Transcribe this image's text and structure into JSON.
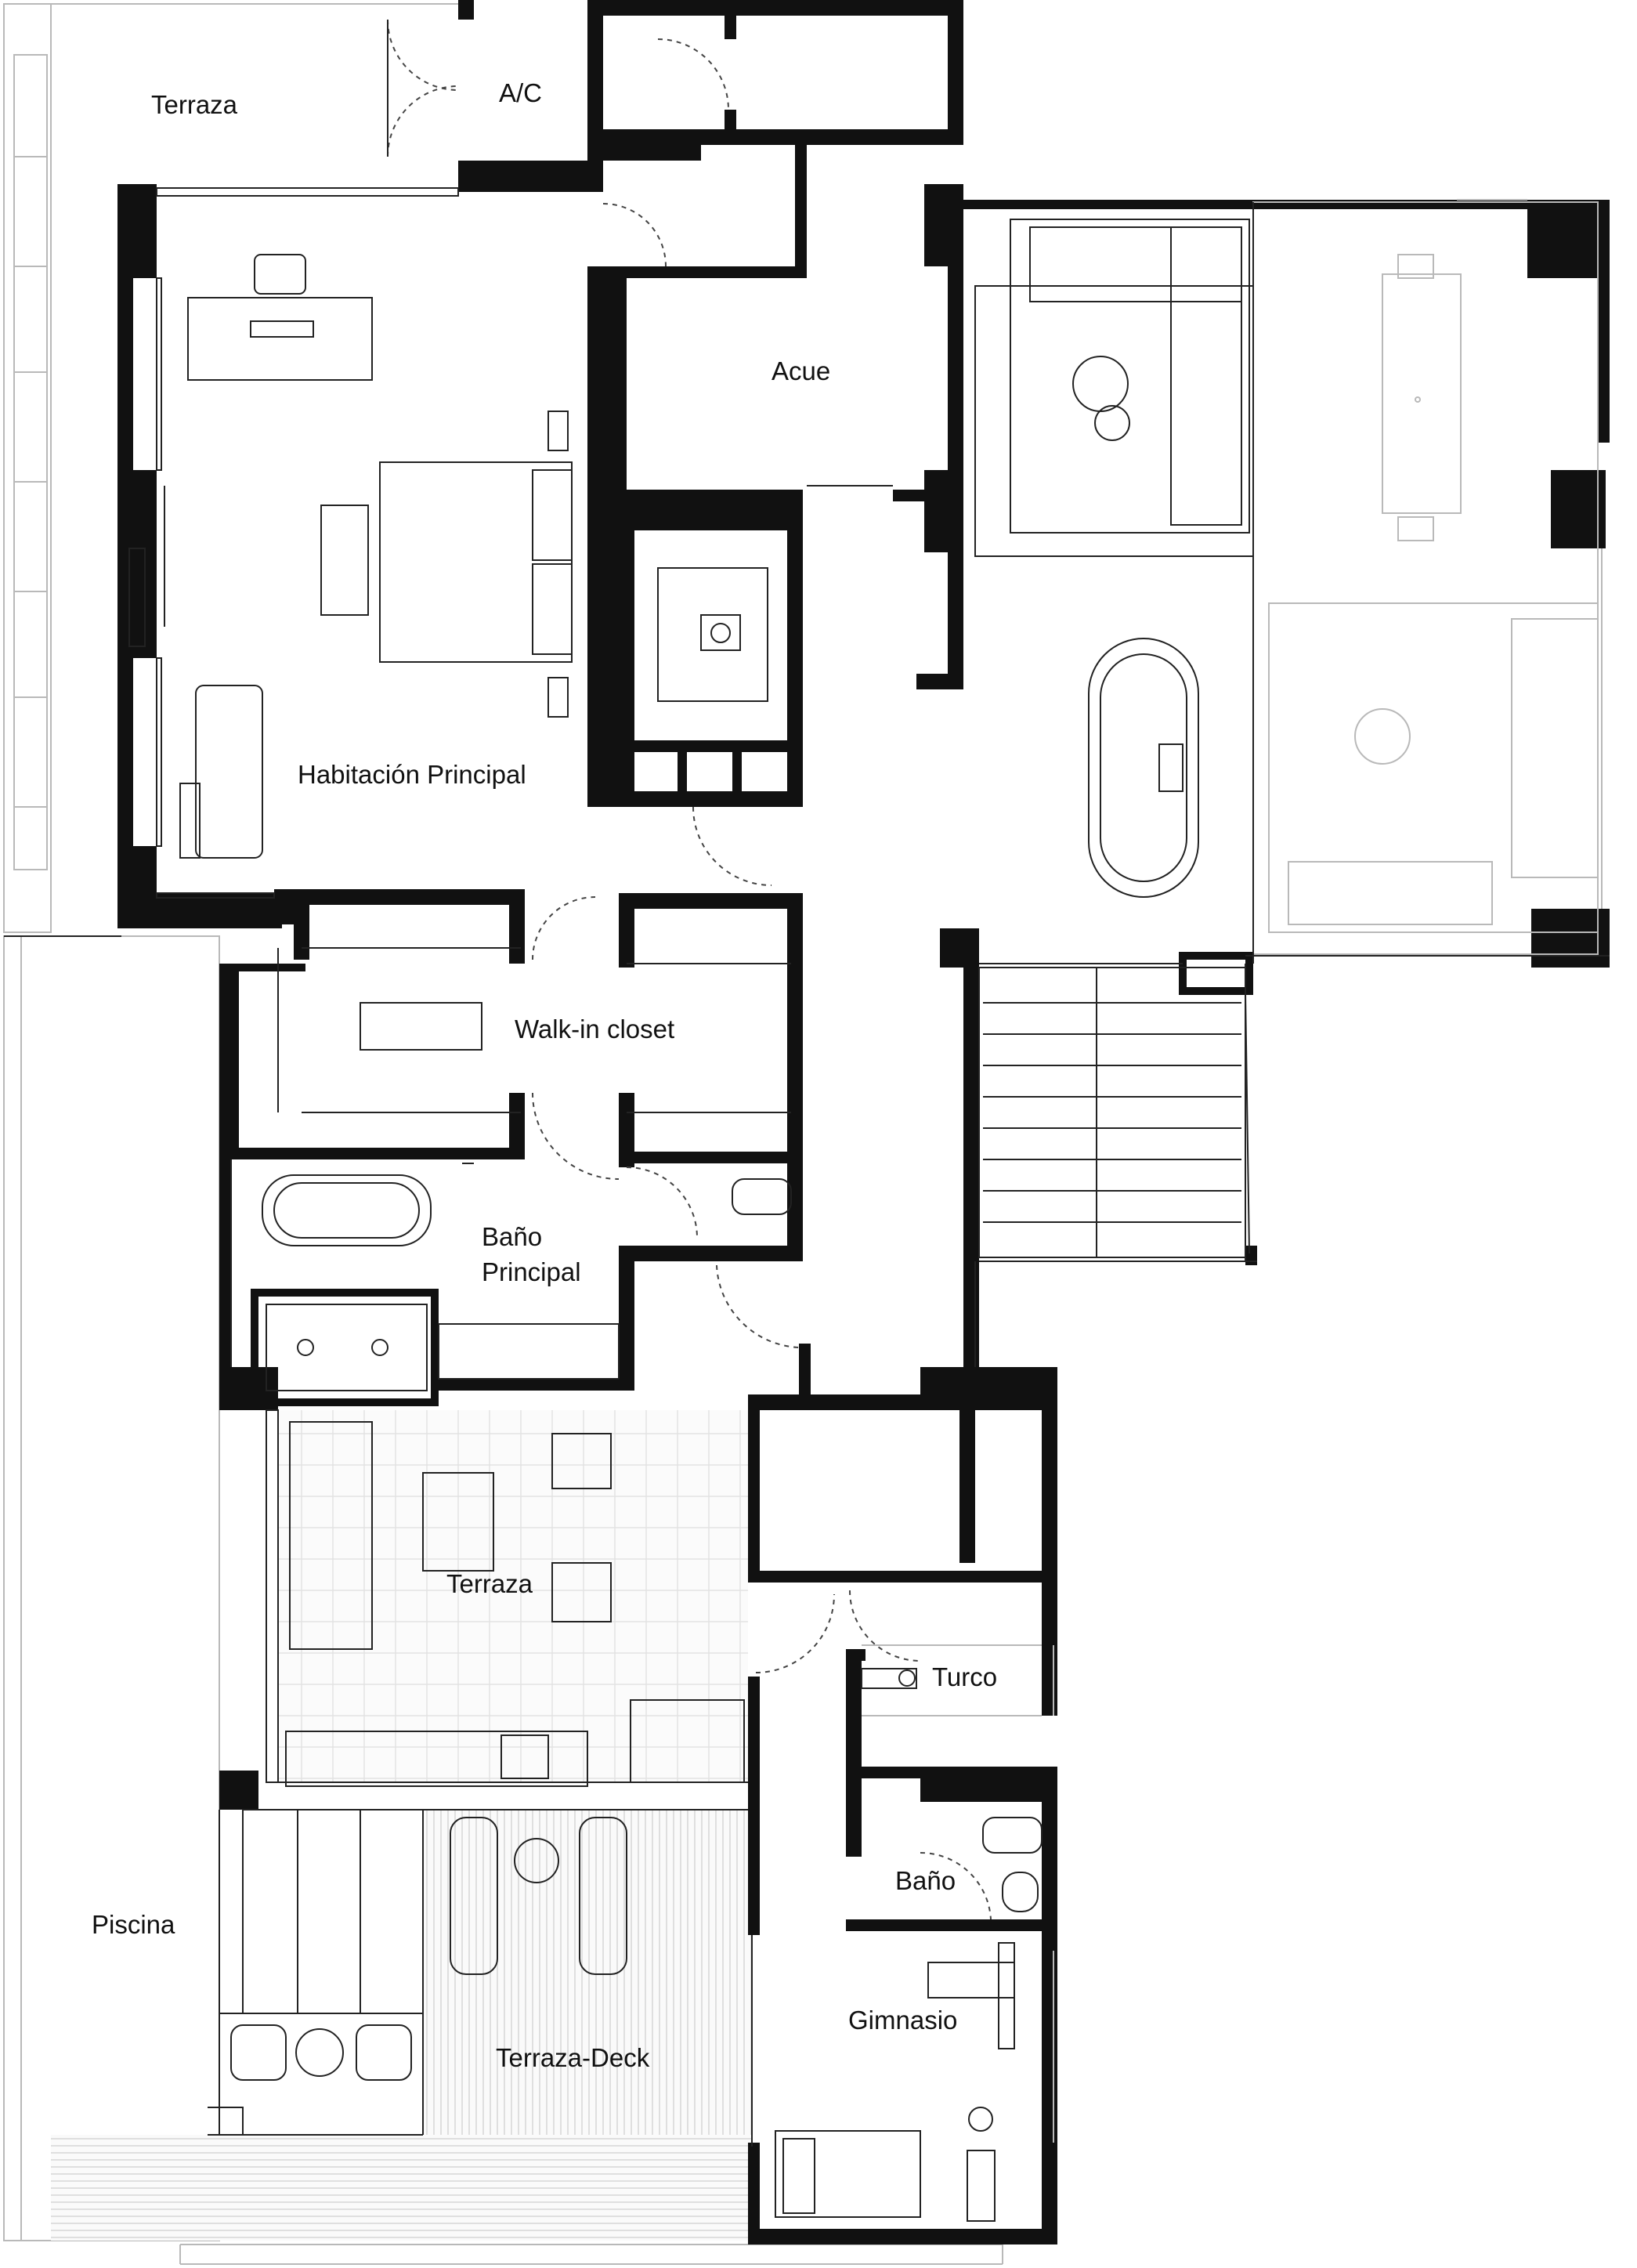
{
  "plan": {
    "rooms": {
      "terraza_upper": "Terraza",
      "ac": "A/C",
      "acue": "Acue",
      "habitacion_principal": "Habitación Principal",
      "walk_in_closet": "Walk-in closet",
      "bano_principal_line1": "Baño",
      "bano_principal_line2": "Principal",
      "terraza_middle": "Terraza",
      "turco": "Turco",
      "bano": "Baño",
      "piscina": "Piscina",
      "terraza_deck": "Terraza-Deck",
      "gimnasio": "Gimnasio"
    },
    "colors": {
      "wall": "#111111",
      "line": "#222222",
      "faint_line": "#b9b9b9",
      "background": "#ffffff"
    }
  }
}
